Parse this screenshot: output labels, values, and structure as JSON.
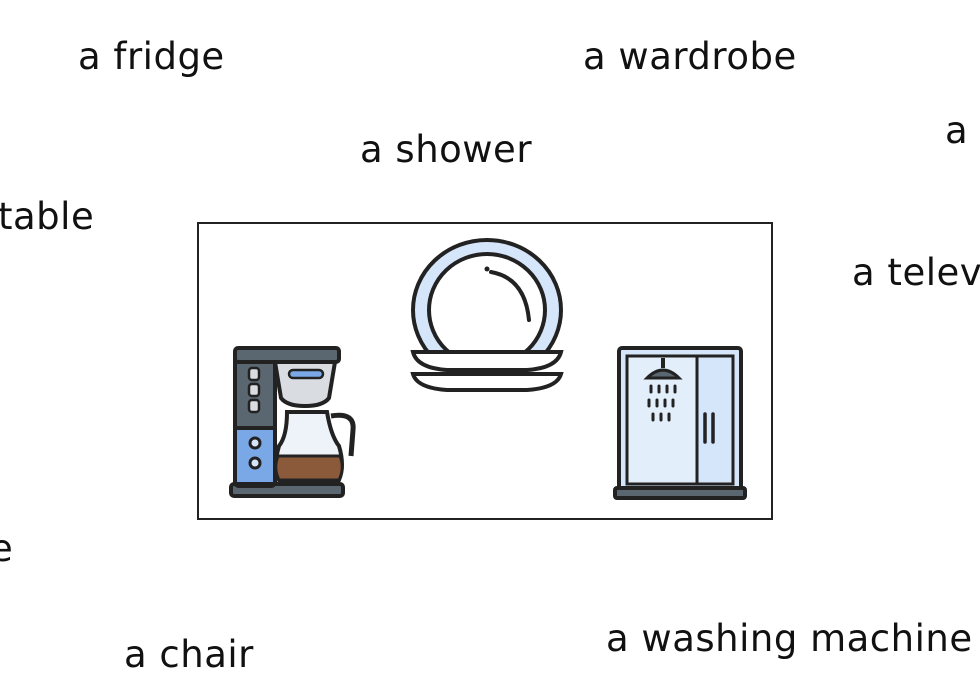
{
  "words": {
    "fridge": "a fridge",
    "wardrobe": "a wardrobe",
    "shower": "a shower",
    "a_edge": "a",
    "table": "table",
    "television": "a televi",
    "e_edge": "e",
    "chair": "a chair",
    "washing_machine": "a washing machine"
  },
  "picture_box": {
    "icons": [
      "coffee-maker-icon",
      "plates-icon",
      "shower-cabin-icon"
    ]
  },
  "colors": {
    "outline": "#222222",
    "light_blue": "#d6e6fa",
    "blue": "#7aa7e6",
    "gray": "#5a6670",
    "light_gray": "#d9dde2",
    "coffee": "#8a5a3a"
  }
}
